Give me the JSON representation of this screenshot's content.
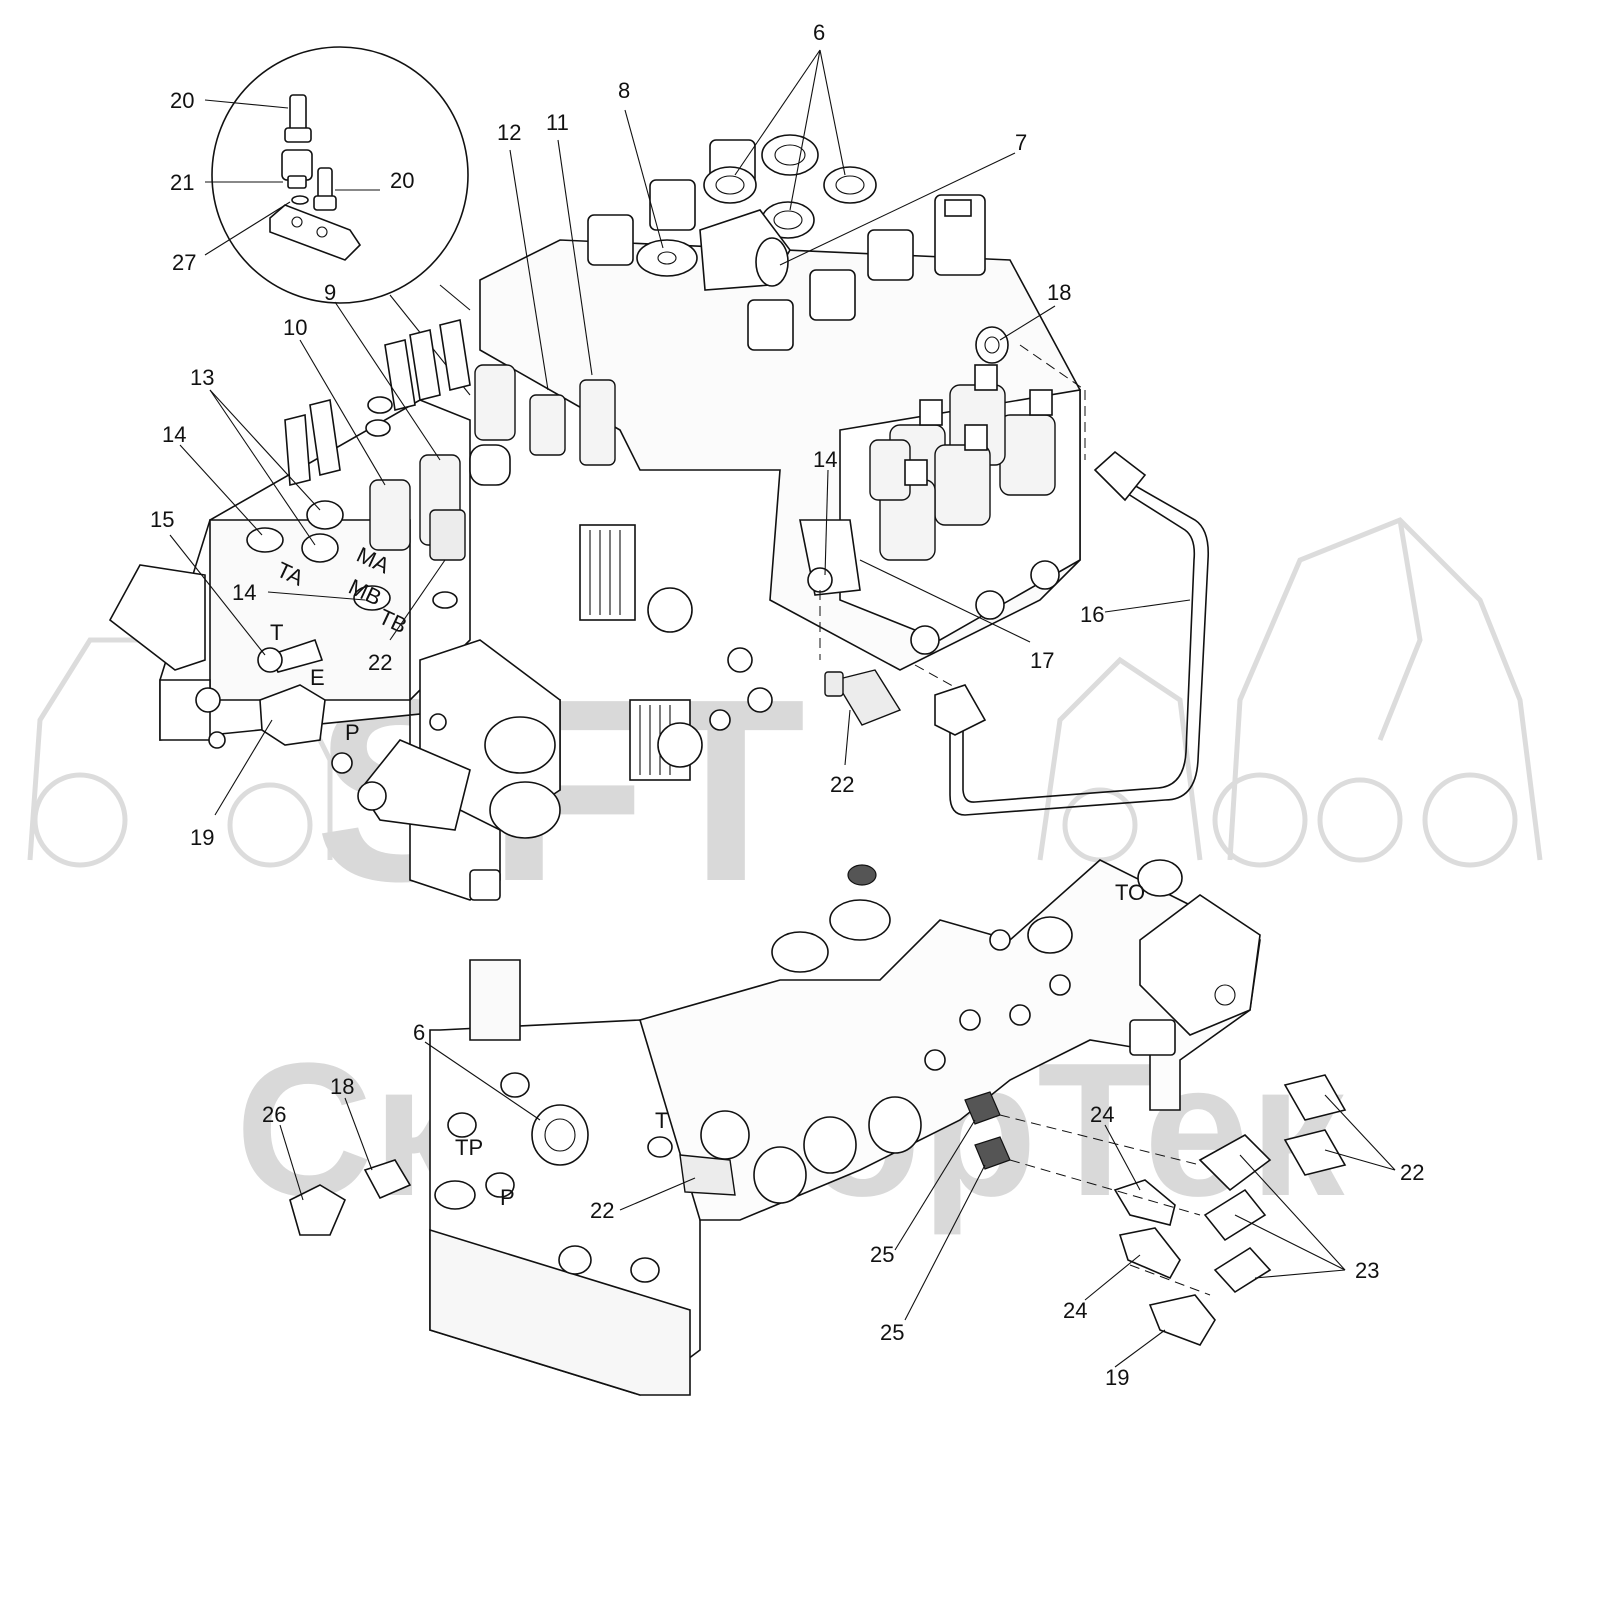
{
  "watermark": {
    "brand_short": "SFT",
    "brand_full": "СкайпорТек",
    "colors": {
      "watermark": "#d9d9d9"
    }
  },
  "callouts": [
    {
      "id": "c20a",
      "label": "20"
    },
    {
      "id": "c21",
      "label": "21"
    },
    {
      "id": "c20b",
      "label": "20"
    },
    {
      "id": "c27",
      "label": "27"
    },
    {
      "id": "c6a",
      "label": "6"
    },
    {
      "id": "c8",
      "label": "8"
    },
    {
      "id": "c12",
      "label": "12"
    },
    {
      "id": "c11",
      "label": "11"
    },
    {
      "id": "c7",
      "label": "7"
    },
    {
      "id": "c18a",
      "label": "18"
    },
    {
      "id": "c9",
      "label": "9"
    },
    {
      "id": "c10",
      "label": "10"
    },
    {
      "id": "c13",
      "label": "13"
    },
    {
      "id": "c14a",
      "label": "14"
    },
    {
      "id": "c14b",
      "label": "14"
    },
    {
      "id": "c15",
      "label": "15"
    },
    {
      "id": "c14c",
      "label": "14"
    },
    {
      "id": "c22a",
      "label": "22"
    },
    {
      "id": "c16",
      "label": "16"
    },
    {
      "id": "c17",
      "label": "17"
    },
    {
      "id": "c22b",
      "label": "22"
    },
    {
      "id": "c19a",
      "label": "19"
    },
    {
      "id": "c6b",
      "label": "6"
    },
    {
      "id": "c18b",
      "label": "18"
    },
    {
      "id": "c26",
      "label": "26"
    },
    {
      "id": "c22c",
      "label": "22"
    },
    {
      "id": "c24a",
      "label": "24"
    },
    {
      "id": "c22d",
      "label": "22"
    },
    {
      "id": "c25a",
      "label": "25"
    },
    {
      "id": "c23",
      "label": "23"
    },
    {
      "id": "c24b",
      "label": "24"
    },
    {
      "id": "c25b",
      "label": "25"
    },
    {
      "id": "c19b",
      "label": "19"
    }
  ],
  "port_marks": [
    "T",
    "E",
    "P",
    "MA",
    "MB",
    "TA",
    "TB",
    "TP",
    "T",
    "P",
    "TO"
  ]
}
